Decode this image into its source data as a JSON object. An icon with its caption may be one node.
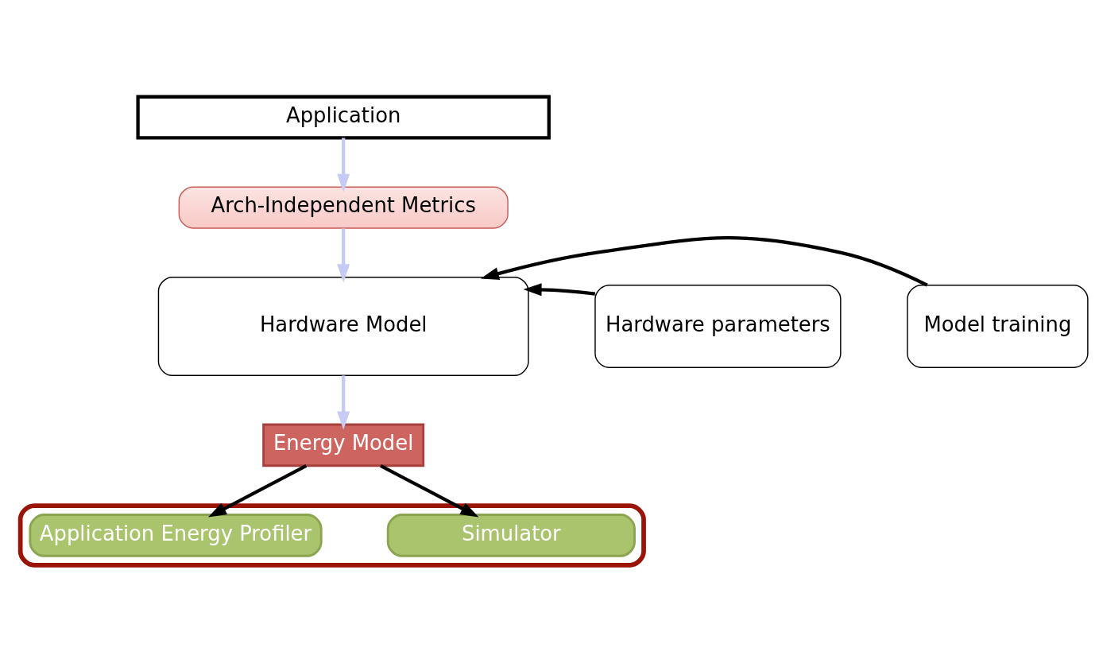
{
  "diagram": {
    "nodes": [
      {
        "text": [
          "Application"
        ]
      },
      {
        "text": [
          "Arch-Independent Metrics"
        ]
      },
      {
        "text": [
          "Hardware Model"
        ]
      },
      {
        "text": [
          "Hardware parameters"
        ]
      },
      {
        "text": [
          "Model training"
        ]
      },
      {
        "text": [
          "Energy Model"
        ]
      },
      {
        "text": [],
        "shape": "box"
      },
      {
        "text": [
          "Application Energy Profiler"
        ],
        "in": 6
      },
      {
        "text": [
          "Simulator"
        ],
        "in": 6
      }
    ],
    "edges": [
      {
        "from": 0,
        "to": 1,
        "arrow": "to",
        "color": "#c5cbf5"
      },
      {
        "from": 1,
        "to": 2,
        "arrow": "to",
        "color": "#c5cbf5"
      },
      {
        "from": 3,
        "to": 2,
        "arrow": "to"
      },
      {
        "from": 4,
        "to": 2,
        "arrow": "to"
      },
      {
        "from": 2,
        "to": 5,
        "arrow": "to",
        "color": "#c5cbf5"
      },
      {
        "from": 5,
        "to": 7,
        "arrow": "to"
      },
      {
        "from": 5,
        "to": 8,
        "arrow": "to"
      }
    ]
  }
}
